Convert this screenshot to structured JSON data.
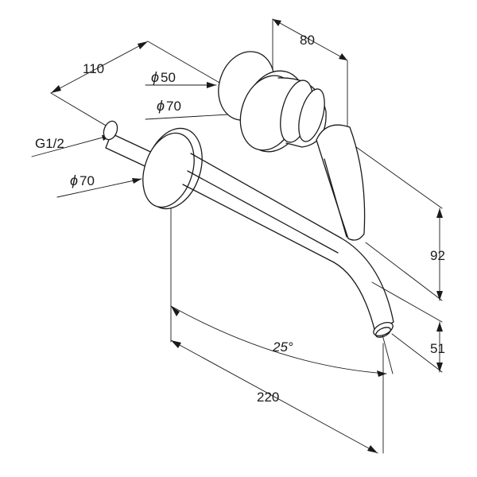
{
  "dimensions": {
    "depth_total": "110",
    "handle_offset": "80",
    "rosette_small_dia": "50",
    "rosette_handle_dia": "70",
    "connection_thread": "G1/2",
    "rosette_spout_dia": "70",
    "height_handle": "92",
    "height_spout": "51",
    "angle": "25°",
    "spout_length": "220"
  },
  "symbols": {
    "diameter": "ϕ"
  },
  "colors": {
    "line": "#1a1a1a",
    "background": "#ffffff"
  }
}
